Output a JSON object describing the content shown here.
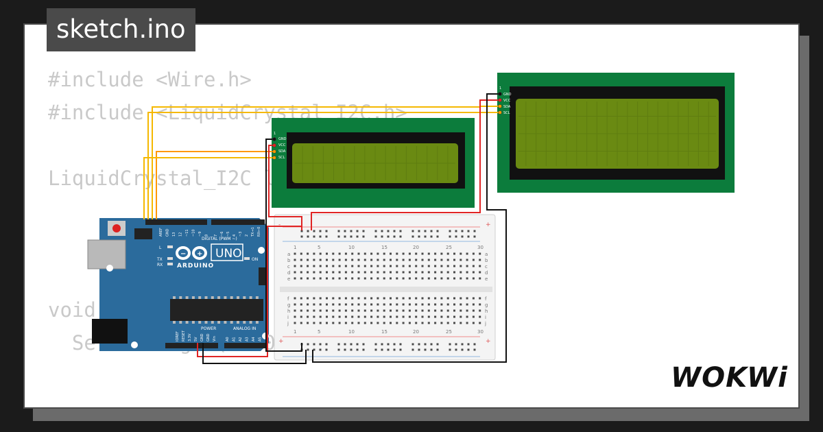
{
  "sketch": {
    "filename": "sketch.ino"
  },
  "code": {
    "lines": [
      "#include <Wire.h>",
      "#include <LiquidCrystal_I2C.h>",
      "",
      "LiquidCrystal_I2C lcd(0x27,20,4);",
      "",
      "",
      "",
      "void setup() {",
      "  Serial.begin(9600);"
    ]
  },
  "brand": {
    "name": "WOKWi"
  },
  "arduino": {
    "name": "UNO",
    "maker": "ARDUINO",
    "digital_label": "DIGITAL (PWM ~)",
    "power_label": "POWER",
    "analog_label": "ANALOG IN",
    "on_label": "ON",
    "l_label": "L",
    "tx_label": "TX",
    "rx_label": "RX",
    "top_pins": [
      "AREF",
      "GND",
      "13",
      "12",
      "~11",
      "~10",
      "~9",
      "8",
      "7",
      "~6",
      "~5",
      "4",
      "~3",
      "2",
      "TX→1",
      "RX←0"
    ],
    "power_pins": [
      "IOREF",
      "RESET",
      "3.3V",
      "5V",
      "GND",
      "GND",
      "Vin"
    ],
    "analog_pins": [
      "A0",
      "A1",
      "A2",
      "A3",
      "A4",
      "A5"
    ]
  },
  "lcd": {
    "pin1_label": "1",
    "pins": [
      "GND",
      "VCC",
      "SDA",
      "SCL"
    ]
  },
  "breadboard": {
    "numbers": [
      "1",
      "5",
      "10",
      "15",
      "20",
      "25",
      "30"
    ],
    "rows_top": [
      "a",
      "b",
      "c",
      "d",
      "e"
    ],
    "rows_bottom": [
      "f",
      "g",
      "h",
      "i",
      "j"
    ],
    "plus": "+",
    "minus": "-"
  },
  "colors": {
    "pcb_green": "#0c7c3c",
    "lcd_screen": "#6a8a12",
    "arduino_blue": "#2b6b9c",
    "wire_red": "#e02424",
    "wire_black": "#111111",
    "wire_yellow": "#f5b800",
    "wire_orange": "#ff9800"
  }
}
